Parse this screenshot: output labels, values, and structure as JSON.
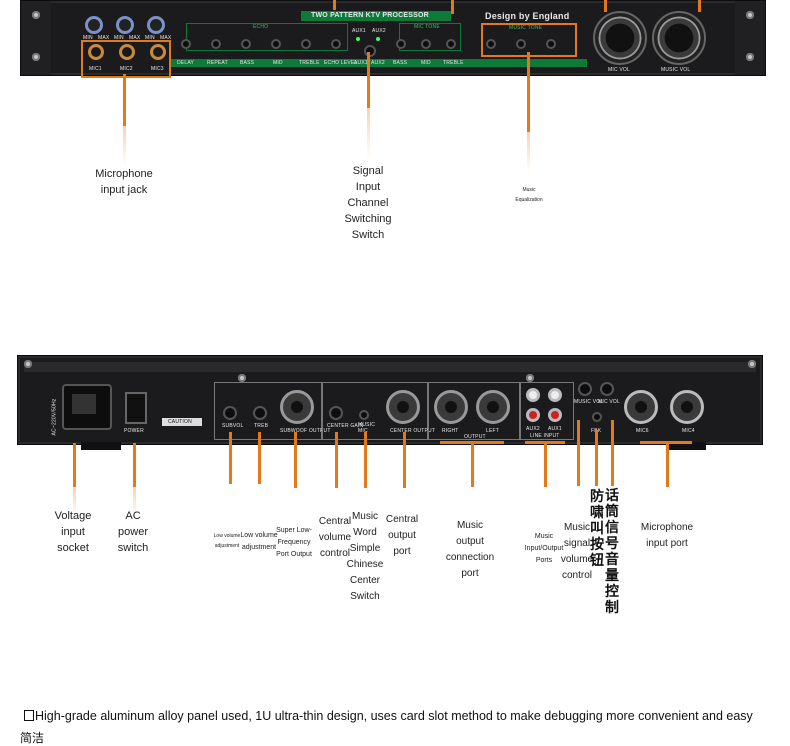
{
  "front_panel": {
    "header": "TWO PATTERN KTV PROCESSOR",
    "brand": "Design by England",
    "knob_labels": [
      "MIN",
      "MAX"
    ],
    "mic_jacks": [
      "MIC1",
      "MIC2",
      "MIC3"
    ],
    "sections": [
      "ECHO",
      "MIC TONE",
      "MUSIC TONE"
    ],
    "switch_labels": [
      "AUX1",
      "AUX2"
    ],
    "strip_labels": [
      "DELAY",
      "REPEAT",
      "BASS",
      "MID",
      "TREBLE",
      "ECHO LEVEL",
      "AUX1",
      "AUX2",
      "BASS",
      "MID",
      "TREBLE"
    ],
    "big_knobs": [
      "MIC VOL",
      "MUSIC VOL"
    ]
  },
  "rear_panel": {
    "power": "POWER",
    "ac_in": "AC~220V/50Hz",
    "caution": "CAUTION",
    "labels": [
      "SUBVOL",
      "TREB",
      "SUBWOOF OUTPUT",
      "CENTER GAIN",
      "MUSIC",
      "MIC",
      "CENTER OUTPUT",
      "RIGHT",
      "LEFT",
      "OUTPUT",
      "AUX2",
      "AUX1",
      "LINE INPUT",
      "MUSIC VOL",
      "MIC VOL",
      "FBK",
      "MIC6",
      "MIC4"
    ]
  },
  "callouts_top": [
    {
      "lines": [
        "Microphone",
        "input jack"
      ]
    },
    {
      "lines": [
        "Signal",
        "Input",
        "Channel",
        "Switching",
        "Switch"
      ]
    },
    {
      "lines": [
        "Music",
        "Equalization"
      ]
    }
  ],
  "callouts_bottom": [
    {
      "lines": [
        "Voltage",
        "input",
        "socket"
      ]
    },
    {
      "lines": [
        "AC",
        "power",
        "switch"
      ]
    },
    {
      "lines": [
        "Low volume",
        "adjustment"
      ]
    },
    {
      "lines": [
        "Low volume",
        "adjustment"
      ]
    },
    {
      "lines": [
        "Super Low-",
        "Frequency",
        "Port Output"
      ]
    },
    {
      "lines": [
        "Central",
        "volume",
        "control"
      ]
    },
    {
      "lines": [
        "Music",
        "Word",
        "Simple",
        "Chinese",
        "Center",
        "Switch"
      ]
    },
    {
      "lines": [
        "Central",
        "output",
        "port"
      ]
    },
    {
      "lines": [
        "Music",
        "output",
        "connection",
        "port"
      ]
    },
    {
      "lines": [
        "Music",
        "Input/Output",
        "Ports"
      ]
    },
    {
      "lines": [
        "Music",
        "signal",
        "volume",
        "control"
      ]
    },
    {
      "lines": [
        "防",
        "啸",
        "叫",
        "按",
        "钮"
      ]
    },
    {
      "lines": [
        "话",
        "筒",
        "信",
        "号",
        "音",
        "量",
        "控",
        "制"
      ]
    },
    {
      "lines": [
        "Microphone",
        "input port"
      ]
    }
  ],
  "footer": {
    "line1": "High-grade aluminum alloy panel used, 1U ultra-thin design, uses card slot method to make debugging more convenient and easy",
    "line2": "简洁"
  }
}
